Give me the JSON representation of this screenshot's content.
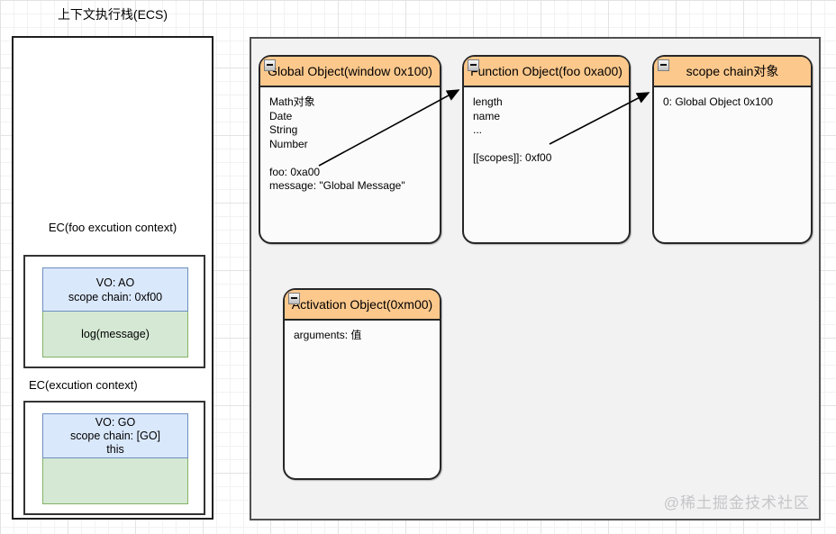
{
  "title": "上下文执行栈(ECS)",
  "colors": {
    "orange": "#fcc88c",
    "blue-fill": "#dae8fc",
    "blue-border": "#6c8ebf",
    "green-fill": "#d5e8d4",
    "green-border": "#82b366"
  },
  "ecs": {
    "foo_ec": {
      "label": "EC(foo excution context)",
      "vo_header_lines": [
        "VO: AO",
        "scope chain: 0xf00"
      ],
      "body": "log(message)"
    },
    "global_ec": {
      "label": "EC(excution context)",
      "vo_header_lines": [
        "VO: GO",
        "scope chain: [GO]",
        "this"
      ],
      "body": ""
    }
  },
  "heap": {
    "boxes": [
      {
        "title": "Global Object(window 0x100)",
        "lines": [
          "Math对象",
          "Date",
          "String",
          "Number",
          "",
          "foo: 0xa00",
          "message: \"Global Message\""
        ]
      },
      {
        "title": "Function Object(foo 0xa00)",
        "lines": [
          "length",
          "name",
          "...",
          "",
          "[[scopes]]: 0xf00"
        ]
      },
      {
        "title": "scope chain对象",
        "lines": [
          "0: Global Object 0x100"
        ]
      },
      {
        "title": "Activation Object(0xm00)",
        "lines": [
          "arguments: 值"
        ]
      }
    ],
    "arrows": [
      {
        "name": "foo-to-function-object",
        "from": "Global Object foo: 0xa00",
        "to": "Function Object(foo 0xa00)"
      },
      {
        "name": "scopes-to-scope-chain",
        "from": "[[scopes]]: 0xf00",
        "to": "scope chain对象"
      }
    ],
    "watermark": "@稀土掘金技术社区"
  }
}
